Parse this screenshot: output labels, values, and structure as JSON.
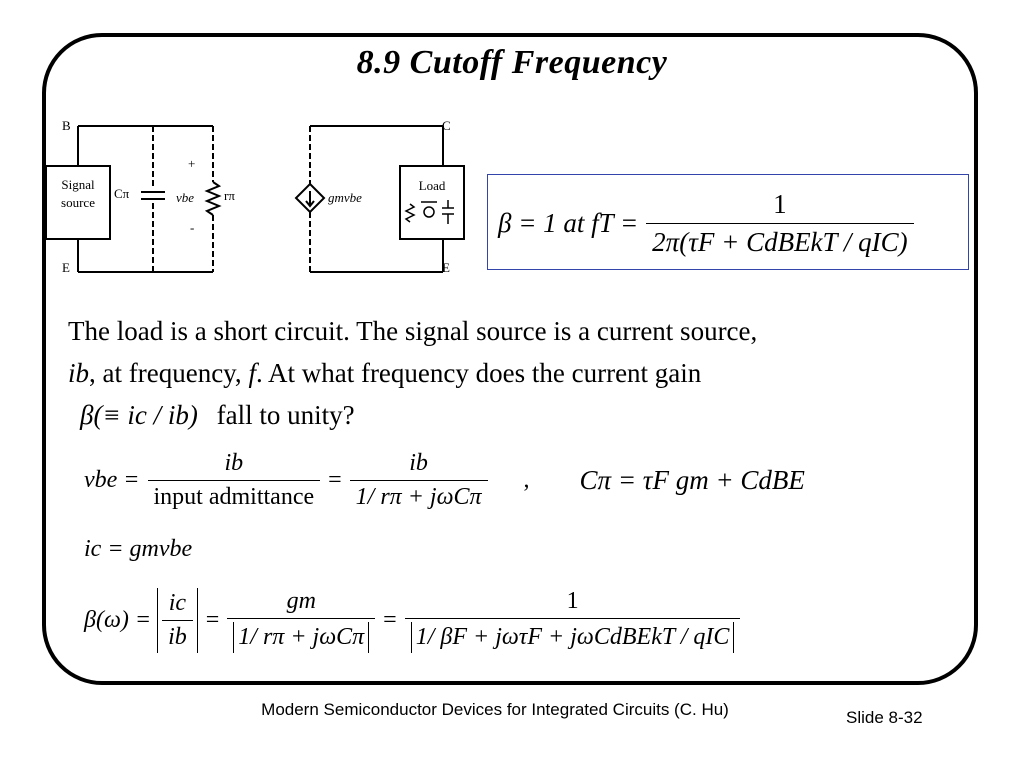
{
  "title": "8.9  Cutoff Frequency",
  "circuit": {
    "node_b": "B",
    "node_c": "C",
    "node_e_left": "E",
    "node_e_right": "E",
    "signal_source_line1": "Signal",
    "signal_source_line2": "source",
    "c_pi": "Cπ",
    "plus": "+",
    "minus": "-",
    "v_be": "vbe",
    "r_pi": "rπ",
    "gm_vbe": "gmvbe",
    "load": "Load"
  },
  "boxed_formula": {
    "lhs": "β = 1  at  fT =",
    "num": "1",
    "den": "2π(τF + CdBEkT / qIC)"
  },
  "paragraph": {
    "line1": "The load is a short circuit. The signal source is a current source,",
    "line2_a": "ib",
    "line2_b": ", at frequency, ",
    "line2_f": "f",
    "line2_c": ". At what frequency does the current gain",
    "line3_beta": "β(≡ ic / ib)",
    "line3_text": "fall to unity?"
  },
  "eq1": {
    "lhs": "vbe =",
    "frac1_num": "ib",
    "frac1_den": "input admittance",
    "eqsign": "=",
    "frac2_num": "ib",
    "frac2_den": "1/ rπ + jωCπ",
    "comma": ",",
    "rhs": "Cπ = τF gm + CdBE"
  },
  "eq2": {
    "text": "ic = gmvbe"
  },
  "eq3": {
    "lhs": "β(ω) =",
    "abs_num": "ic",
    "abs_den": "ib",
    "frac2_num": "gm",
    "frac2_den": "1/ rπ + jωCπ",
    "frac3_num": "1",
    "frac3_den": "1/ βF + jωτF + jωCdBEkT / qIC"
  },
  "footer": "Modern Semiconductor Devices for Integrated Circuits (C. Hu)",
  "slide_number": "Slide 8-32"
}
